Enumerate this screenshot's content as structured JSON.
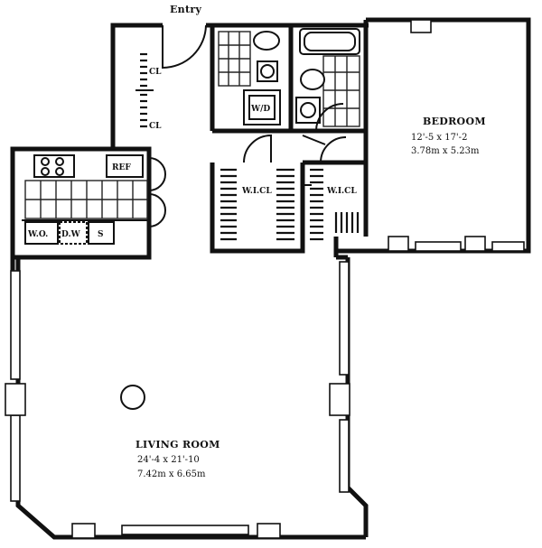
{
  "labels": {
    "entry": "Entry",
    "closet_1": "CL",
    "closet_2": "CL",
    "ref": "REF",
    "wo": "W.O.",
    "dw": "D.W",
    "sink": "S",
    "wd": "W/D",
    "wicl_1": "W.I.CL",
    "wicl_2": "W.I.CL"
  },
  "bedroom": {
    "name": "BEDROOM",
    "dim_imperial": "12'-5 x 17'-2",
    "dim_metric": "3.78m x 5.23m"
  },
  "living_room": {
    "name": "LIVING ROOM",
    "dim_imperial": "24'-4 x 21'-10",
    "dim_metric": "7.42m x 6.65m"
  }
}
